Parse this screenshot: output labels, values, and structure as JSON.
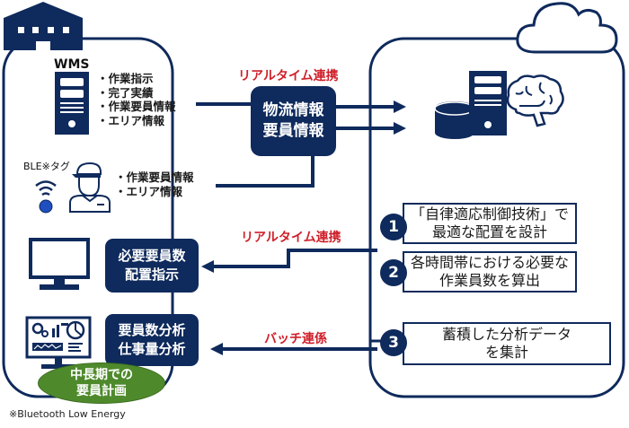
{
  "colors": {
    "navy": "#0f2a5c",
    "red": "#d0202a",
    "green": "#4e8a2c",
    "ble_dot": "#1f4fbf"
  },
  "left_panel": {
    "warehouse_icon": "warehouse-icon",
    "wms": {
      "label": "WMS",
      "icon": "server-icon",
      "items": [
        "作業指示",
        "完了実績",
        "作業要員情報",
        "エリア情報"
      ]
    },
    "ble": {
      "label": "BLE※タグ",
      "icons": [
        "wireless-tag-icon",
        "worker-icon"
      ],
      "items": [
        "作業要員情報",
        "エリア情報"
      ]
    },
    "monitor": {
      "icon": "monitor-icon",
      "box_lines": [
        "必要要員数",
        "配置指示"
      ]
    },
    "analytics": {
      "icon": "analytics-dashboard-icon",
      "box_lines": [
        "要員数分析",
        "仕事量分析"
      ]
    },
    "plan_ellipse": [
      "中長期での",
      "要員計画"
    ]
  },
  "middle": {
    "realtime_label_top": "リアルタイム連携",
    "info_box": [
      "物流情報",
      "要員情報"
    ],
    "realtime_label_mid": "リアルタイム連携",
    "batch_label": "バッチ連係"
  },
  "right_panel": {
    "cloud_icon": "cloud-icon",
    "icons": [
      "database-icon",
      "server-icon",
      "brain-icon"
    ],
    "steps": [
      {
        "num": "1",
        "lines": [
          "「自律適応制御技術」で",
          "最適な配置を設計"
        ]
      },
      {
        "num": "2",
        "lines": [
          "各時間帯における必要な",
          "作業員数を算出"
        ]
      },
      {
        "num": "3",
        "lines": [
          "蓄積した分析データ",
          "を集計"
        ]
      }
    ]
  },
  "footnote": "※Bluetooth Low Energy"
}
